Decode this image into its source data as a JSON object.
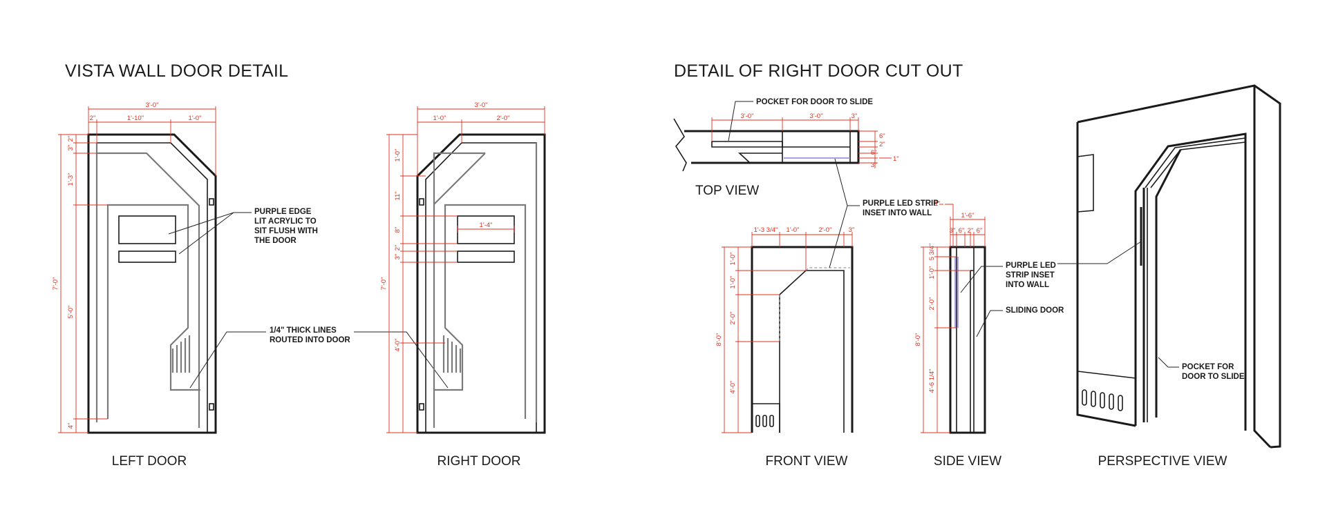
{
  "titles": {
    "left_panel": "VISTA WALL DOOR DETAIL",
    "right_panel": "DETAIL OF RIGHT DOOR CUT OUT"
  },
  "captions": {
    "left_door": "LEFT DOOR",
    "right_door": "RIGHT DOOR",
    "top_view": "TOP VIEW",
    "front_view": "FRONT VIEW",
    "side_view": "SIDE VIEW",
    "perspective_view": "PERSPECTIVE VIEW"
  },
  "notes": {
    "acrylic": [
      "PURPLE EDGE",
      "LIT ACRYLIC TO",
      "SIT FLUSH WITH",
      "THE DOOR"
    ],
    "routed": [
      "1/4\" THICK LINES",
      "ROUTED INTO DOOR"
    ],
    "pocket_top": [
      "POCKET FOR DOOR TO SLIDE"
    ],
    "led_front": [
      "PURPLE LED STRIP",
      "INSET INTO WALL"
    ],
    "led_side": [
      "PURPLE LED",
      "STRIP INSET",
      "INTO WALL"
    ],
    "sliding_door": [
      "SLIDING DOOR"
    ],
    "pocket_persp": [
      "POCKET FOR",
      "DOOR TO SLIDE"
    ]
  },
  "dims": {
    "left_door": {
      "overall_width": "3'-0\"",
      "seg_a": "2\"",
      "seg_b": "1'-10\"",
      "seg_c": "1'-0\"",
      "overall_height": "7'-0\"",
      "h_a": "3\"",
      "h_b": "2\"",
      "h_c": "1'-3\"",
      "h_d": "5'-0\"",
      "h_e": "4\""
    },
    "right_door": {
      "overall_width": "3'-0\"",
      "seg_a": "1'-0\"",
      "seg_b": "2'-0\"",
      "overall_height": "7'-0\"",
      "h_a": "1'-0\"",
      "h_b": "11\"",
      "h_c": "8\"",
      "h_d": "3\"",
      "h_e": "2\"",
      "h_f": "4'-0\"",
      "window_width": "1'-4\""
    },
    "top_view": {
      "seg_a": "3'-0\"",
      "seg_b": "3'-0\"",
      "seg_c": "3\"",
      "r_a": "6\"",
      "r_b": "2\"",
      "r_c": "6\"",
      "r_d": "3\"",
      "r_e": "1\""
    },
    "front_view": {
      "seg_a": "1'-3 3/4\"",
      "seg_b": "1'-0\"",
      "seg_c": "2'-0\"",
      "seg_d": "3\"",
      "h_total": "8'-0\"",
      "h_a": "1'-0\"",
      "h_b": "1'-0\"",
      "h_c": "2'-0\"",
      "h_d": "4'-0\""
    },
    "side_view": {
      "top_total": "1'-6\"",
      "top_one": "1\"",
      "s_a": "3\"",
      "s_b": "6\"",
      "s_c": "2\"",
      "s_d": "6\"",
      "h_total": "8'-0\"",
      "h_a": "5 3/4\"",
      "h_b": "1'-0\"",
      "h_c": "2'-0\"",
      "h_d": "4'-6 1/4\""
    }
  },
  "colors": {
    "dimension": "#e0301e",
    "object": "#1a1a1a",
    "routed": "#7a7a7a",
    "led": "#8a7fe0"
  }
}
